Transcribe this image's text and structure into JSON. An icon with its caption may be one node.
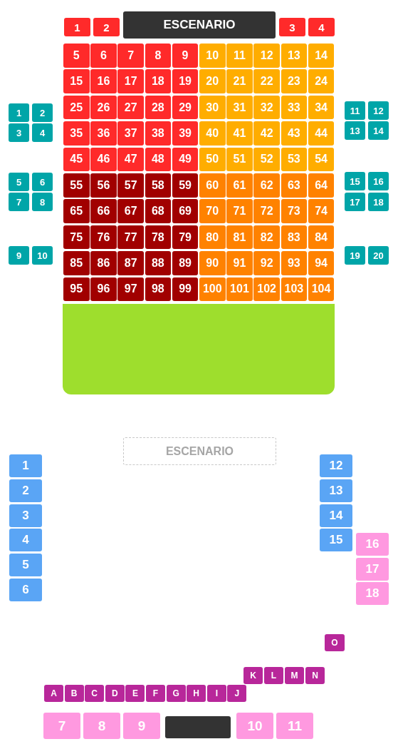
{
  "diagram": {
    "nodes": [
      {
        "text": [
          "1"
        ]
      },
      {
        "text": [
          "2"
        ]
      },
      {
        "text": [
          "ESCENARIO"
        ]
      },
      {
        "text": [
          "3"
        ]
      },
      {
        "text": [
          "4"
        ]
      },
      {
        "text": [
          "5"
        ]
      },
      {
        "text": [
          "6"
        ]
      },
      {
        "text": [
          "7"
        ]
      },
      {
        "text": [
          "8"
        ]
      },
      {
        "text": [
          "9"
        ]
      },
      {
        "text": [
          "10"
        ]
      },
      {
        "text": [
          "11"
        ]
      },
      {
        "text": [
          "12"
        ]
      },
      {
        "text": [
          "13"
        ]
      },
      {
        "text": [
          "14"
        ]
      },
      {
        "text": [
          "15"
        ]
      },
      {
        "text": [
          "16"
        ]
      },
      {
        "text": [
          "17"
        ]
      },
      {
        "text": [
          "18"
        ]
      },
      {
        "text": [
          "19"
        ]
      },
      {
        "text": [
          "20"
        ]
      },
      {
        "text": [
          "21"
        ]
      },
      {
        "text": [
          "22"
        ]
      },
      {
        "text": [
          "23"
        ]
      },
      {
        "text": [
          "24"
        ]
      },
      {
        "text": [
          "25"
        ]
      },
      {
        "text": [
          "26"
        ]
      },
      {
        "text": [
          "27"
        ]
      },
      {
        "text": [
          "28"
        ]
      },
      {
        "text": [
          "29"
        ]
      },
      {
        "text": [
          "30"
        ]
      },
      {
        "text": [
          "31"
        ]
      },
      {
        "text": [
          "32"
        ]
      },
      {
        "text": [
          "33"
        ]
      },
      {
        "text": [
          "34"
        ]
      },
      {
        "text": [
          "35"
        ]
      },
      {
        "text": [
          "36"
        ]
      },
      {
        "text": [
          "37"
        ]
      },
      {
        "text": [
          "38"
        ]
      },
      {
        "text": [
          "39"
        ]
      },
      {
        "text": [
          "40"
        ]
      },
      {
        "text": [
          "41"
        ]
      },
      {
        "text": [
          "42"
        ]
      },
      {
        "text": [
          "43"
        ]
      },
      {
        "text": [
          "44"
        ]
      },
      {
        "text": [
          "45"
        ]
      },
      {
        "text": [
          "46"
        ]
      },
      {
        "text": [
          "47"
        ]
      },
      {
        "text": [
          "48"
        ]
      },
      {
        "text": [
          "49"
        ]
      },
      {
        "text": [
          "50"
        ]
      },
      {
        "text": [
          "51"
        ]
      },
      {
        "text": [
          "52"
        ]
      },
      {
        "text": [
          "53"
        ]
      },
      {
        "text": [
          "54"
        ]
      },
      {
        "text": [
          "55"
        ]
      },
      {
        "text": [
          "56"
        ]
      },
      {
        "text": [
          "57"
        ]
      },
      {
        "text": [
          "58"
        ]
      },
      {
        "text": [
          "59"
        ]
      },
      {
        "text": [
          "60"
        ]
      },
      {
        "text": [
          "61"
        ]
      },
      {
        "text": [
          "62"
        ]
      },
      {
        "text": [
          "63"
        ]
      },
      {
        "text": [
          "64"
        ]
      },
      {
        "text": [
          "65"
        ]
      },
      {
        "text": [
          "66"
        ]
      },
      {
        "text": [
          "67"
        ]
      },
      {
        "text": [
          "68"
        ]
      },
      {
        "text": [
          "69"
        ]
      },
      {
        "text": [
          "70"
        ]
      },
      {
        "text": [
          "71"
        ]
      },
      {
        "text": [
          "72"
        ]
      },
      {
        "text": [
          "73"
        ]
      },
      {
        "text": [
          "74"
        ]
      },
      {
        "text": [
          "75"
        ]
      },
      {
        "text": [
          "76"
        ]
      },
      {
        "text": [
          "77"
        ]
      },
      {
        "text": [
          "78"
        ]
      },
      {
        "text": [
          "79"
        ]
      },
      {
        "text": [
          "80"
        ]
      },
      {
        "text": [
          "81"
        ]
      },
      {
        "text": [
          "82"
        ]
      },
      {
        "text": [
          "83"
        ]
      },
      {
        "text": [
          "84"
        ]
      },
      {
        "text": [
          "85"
        ]
      },
      {
        "text": [
          "86"
        ]
      },
      {
        "text": [
          "87"
        ]
      },
      {
        "text": [
          "88"
        ]
      },
      {
        "text": [
          "89"
        ]
      },
      {
        "text": [
          "90"
        ]
      },
      {
        "text": [
          "91"
        ]
      },
      {
        "text": [
          "92"
        ]
      },
      {
        "text": [
          "93"
        ]
      },
      {
        "text": [
          "94"
        ]
      },
      {
        "text": [
          "95"
        ]
      },
      {
        "text": [
          "96"
        ]
      },
      {
        "text": [
          "97"
        ]
      },
      {
        "text": [
          "98"
        ]
      },
      {
        "text": [
          "99"
        ]
      },
      {
        "text": [
          "100"
        ]
      },
      {
        "text": [
          "101"
        ]
      },
      {
        "text": [
          "102"
        ]
      },
      {
        "text": [
          "103"
        ]
      },
      {
        "text": [
          "104"
        ]
      },
      {
        "text": [
          "1"
        ]
      },
      {
        "text": [
          "2"
        ]
      },
      {
        "text": [
          "3"
        ]
      },
      {
        "text": [
          "4"
        ]
      },
      {
        "text": [
          "5"
        ]
      },
      {
        "text": [
          "6"
        ]
      },
      {
        "text": [
          "7"
        ]
      },
      {
        "text": [
          "8"
        ]
      },
      {
        "text": [
          "9"
        ]
      },
      {
        "text": [
          "10"
        ]
      },
      {
        "text": [
          "11"
        ]
      },
      {
        "text": [
          "12"
        ]
      },
      {
        "text": [
          "13"
        ]
      },
      {
        "text": [
          "14"
        ]
      },
      {
        "text": [
          "15"
        ]
      },
      {
        "text": [
          "16"
        ]
      },
      {
        "text": [
          "17"
        ]
      },
      {
        "text": [
          "18"
        ]
      },
      {
        "text": [
          "19"
        ]
      },
      {
        "text": [
          "20"
        ]
      },
      {
        "text": [],
        "shape": "box"
      },
      {
        "text": [
          "ESCENARIO"
        ]
      },
      {
        "text": [
          "1"
        ]
      },
      {
        "text": [
          "2"
        ]
      },
      {
        "text": [
          "3"
        ]
      },
      {
        "text": [
          "4"
        ]
      },
      {
        "text": [
          "5"
        ]
      },
      {
        "text": [
          "6"
        ]
      },
      {
        "text": [
          "12"
        ]
      },
      {
        "text": [
          "13"
        ]
      },
      {
        "text": [
          "14"
        ]
      },
      {
        "text": [
          "15"
        ]
      },
      {
        "text": [
          "16"
        ]
      },
      {
        "text": [
          "17"
        ]
      },
      {
        "text": [
          "18"
        ]
      },
      {
        "text": [
          "O"
        ]
      },
      {
        "text": [
          "K"
        ]
      },
      {
        "text": [
          "L"
        ]
      },
      {
        "text": [
          "M"
        ]
      },
      {
        "text": [
          "N"
        ]
      },
      {
        "text": [
          "A"
        ]
      },
      {
        "text": [
          "B"
        ]
      },
      {
        "text": [
          "C"
        ]
      },
      {
        "text": [
          "D"
        ]
      },
      {
        "text": [
          "E"
        ]
      },
      {
        "text": [
          "F"
        ]
      },
      {
        "text": [
          "G"
        ]
      },
      {
        "text": [
          "H"
        ]
      },
      {
        "text": [
          "I"
        ]
      },
      {
        "text": [
          "J"
        ]
      },
      {
        "text": [
          "7"
        ]
      },
      {
        "text": [
          "8"
        ]
      },
      {
        "text": [
          "9"
        ]
      },
      {
        "text": [],
        "shape": "bar"
      },
      {
        "text": [
          "10"
        ]
      },
      {
        "text": [
          "11"
        ]
      }
    ],
    "edges": []
  }
}
